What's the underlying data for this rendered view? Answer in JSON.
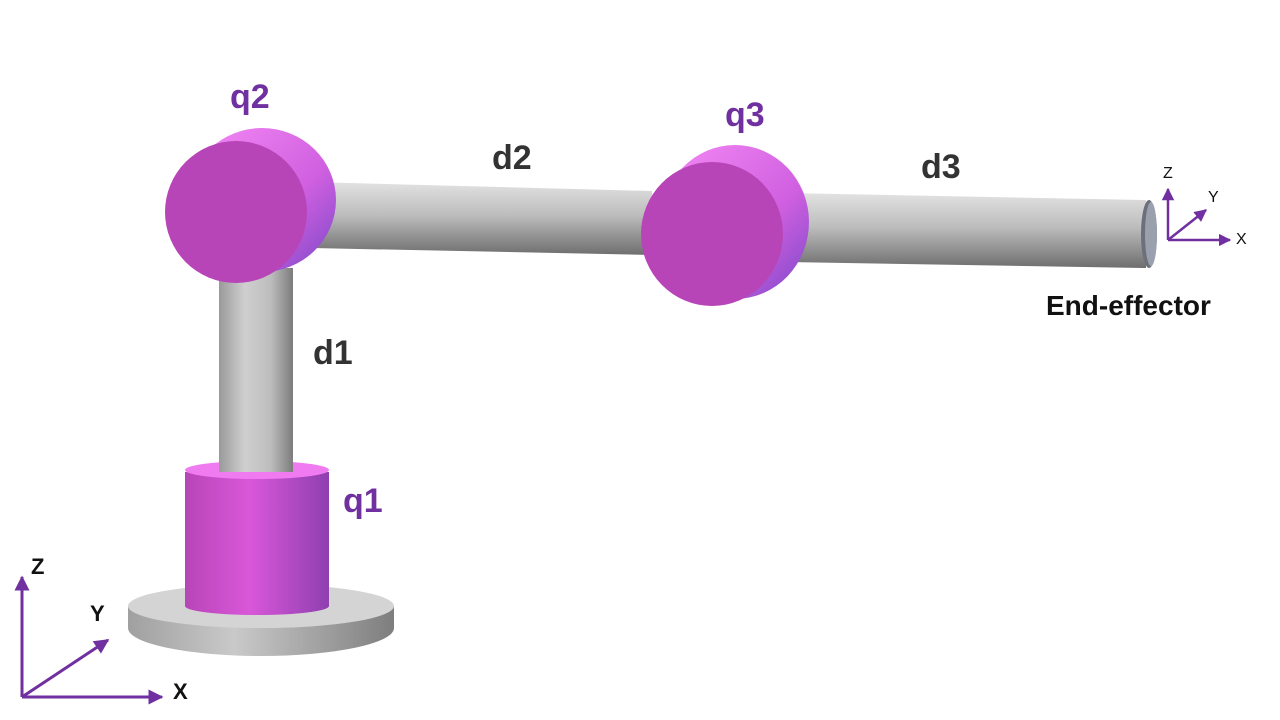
{
  "colors": {
    "joint_purple": "#7030a0",
    "link_text": "#333333",
    "ee_text": "#111111",
    "joint_fill": "#b845b8",
    "joint_highlight": "#ee7ff0",
    "link_fill": "#b8b8b8",
    "axis_arrow": "#7030a0"
  },
  "joints": {
    "q1": "q1",
    "q2": "q2",
    "q3": "q3"
  },
  "links": {
    "d1": "d1",
    "d2": "d2",
    "d3": "d3"
  },
  "end_effector": {
    "label": "End-effector"
  },
  "base_frame": {
    "x": "X",
    "y": "Y",
    "z": "Z"
  },
  "ee_frame": {
    "x": "X",
    "y": "Y",
    "z": "Z"
  }
}
